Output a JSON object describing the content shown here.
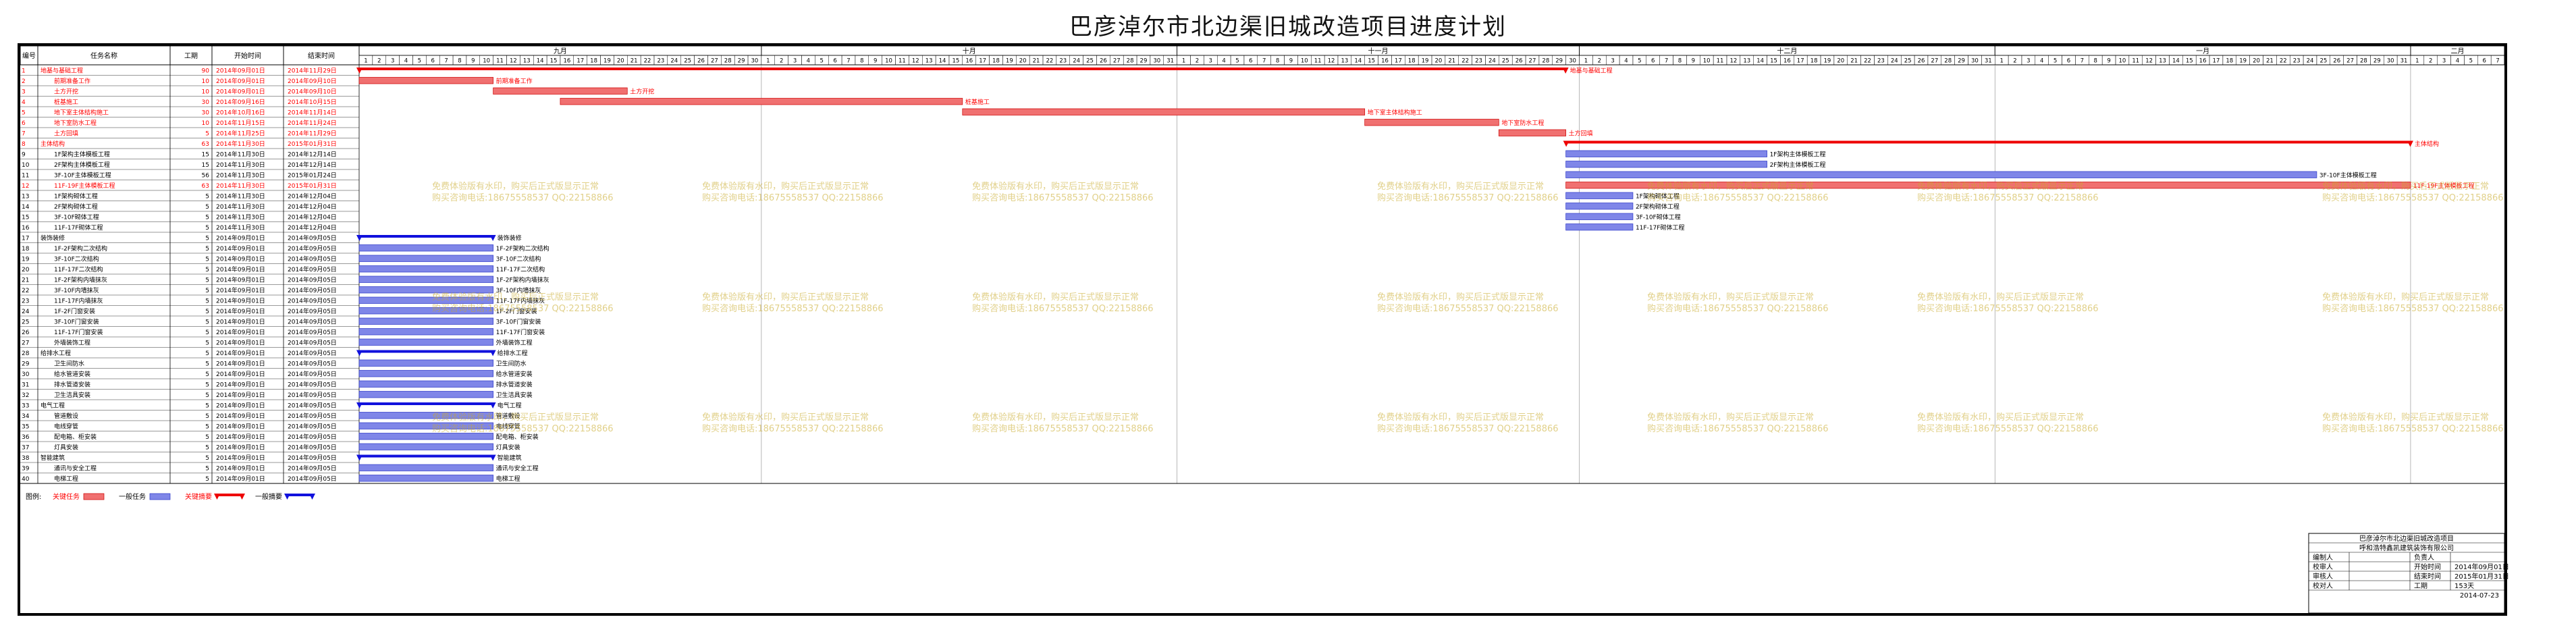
{
  "title": "巴彦淖尔市北边渠旧城改造项目进度计划",
  "headers": {
    "id": "编号",
    "name": "任务名称",
    "dur": "工期",
    "start": "开始时间",
    "end": "结束时间"
  },
  "timeline_start": "2014-09-01",
  "months": [
    {
      "label": "九月",
      "days": 30
    },
    {
      "label": "十月",
      "days": 31
    },
    {
      "label": "十一月",
      "days": 30
    },
    {
      "label": "十二月",
      "days": 31
    },
    {
      "label": "一月",
      "days": 31
    },
    {
      "label": "二月",
      "days": 7
    }
  ],
  "tasks": [
    {
      "id": "1",
      "name": "地基与基础工程",
      "dur": "90",
      "start": "2014年09月01日",
      "end": "2014年11月29日",
      "indent": 1,
      "critical": true,
      "summary": true,
      "s": "2014-09-01",
      "e": "2014-11-29"
    },
    {
      "id": "2",
      "name": "前期准备工作",
      "dur": "10",
      "start": "2014年09月01日",
      "end": "2014年09月10日",
      "indent": 2,
      "critical": true,
      "summary": false,
      "s": "2014-09-01",
      "e": "2014-09-10"
    },
    {
      "id": "3",
      "name": "土方开挖",
      "dur": "10",
      "start": "2014年09月01日",
      "end": "2014年09月10日",
      "indent": 2,
      "critical": true,
      "summary": false,
      "s": "2014-09-11",
      "e": "2014-09-20"
    },
    {
      "id": "4",
      "name": "桩基施工",
      "dur": "30",
      "start": "2014年09月16日",
      "end": "2014年10月15日",
      "indent": 2,
      "critical": true,
      "summary": false,
      "s": "2014-09-16",
      "e": "2014-10-15"
    },
    {
      "id": "5",
      "name": "地下室主体结构施工",
      "dur": "30",
      "start": "2014年10月16日",
      "end": "2014年11月14日",
      "indent": 2,
      "critical": true,
      "summary": false,
      "s": "2014-10-16",
      "e": "2014-11-14"
    },
    {
      "id": "6",
      "name": "地下室防水工程",
      "dur": "10",
      "start": "2014年11月15日",
      "end": "2014年11月24日",
      "indent": 2,
      "critical": true,
      "summary": false,
      "s": "2014-11-15",
      "e": "2014-11-24"
    },
    {
      "id": "7",
      "name": "土方回填",
      "dur": "5",
      "start": "2014年11月25日",
      "end": "2014年11月29日",
      "indent": 2,
      "critical": true,
      "summary": false,
      "s": "2014-11-25",
      "e": "2014-11-29"
    },
    {
      "id": "8",
      "name": "主体结构",
      "dur": "63",
      "start": "2014年11月30日",
      "end": "2015年01月31日",
      "indent": 1,
      "critical": true,
      "summary": true,
      "s": "2014-11-30",
      "e": "2015-01-31"
    },
    {
      "id": "9",
      "name": "1F架构主体模板工程",
      "dur": "15",
      "start": "2014年11月30日",
      "end": "2014年12月14日",
      "indent": 2,
      "critical": false,
      "summary": false,
      "s": "2014-11-30",
      "e": "2014-12-14"
    },
    {
      "id": "10",
      "name": "2F架构主体模板工程",
      "dur": "15",
      "start": "2014年11月30日",
      "end": "2014年12月14日",
      "indent": 2,
      "critical": false,
      "summary": false,
      "s": "2014-11-30",
      "e": "2014-12-14"
    },
    {
      "id": "11",
      "name": "3F-10F主体模板工程",
      "dur": "56",
      "start": "2014年11月30日",
      "end": "2015年01月24日",
      "indent": 2,
      "critical": false,
      "summary": false,
      "s": "2014-11-30",
      "e": "2015-01-24"
    },
    {
      "id": "12",
      "name": "11F-19F主体模板工程",
      "dur": "63",
      "start": "2014年11月30日",
      "end": "2015年01月31日",
      "indent": 2,
      "critical": true,
      "summary": false,
      "s": "2014-11-30",
      "e": "2015-01-31"
    },
    {
      "id": "13",
      "name": "1F架构砌体工程",
      "dur": "5",
      "start": "2014年11月30日",
      "end": "2014年12月04日",
      "indent": 2,
      "critical": false,
      "summary": false,
      "s": "2014-11-30",
      "e": "2014-12-04"
    },
    {
      "id": "14",
      "name": "2F架构砌体工程",
      "dur": "5",
      "start": "2014年11月30日",
      "end": "2014年12月04日",
      "indent": 2,
      "critical": false,
      "summary": false,
      "s": "2014-11-30",
      "e": "2014-12-04"
    },
    {
      "id": "15",
      "name": "3F-10F砌体工程",
      "dur": "5",
      "start": "2014年11月30日",
      "end": "2014年12月04日",
      "indent": 2,
      "critical": false,
      "summary": false,
      "s": "2014-11-30",
      "e": "2014-12-04"
    },
    {
      "id": "16",
      "name": "11F-17F砌体工程",
      "dur": "5",
      "start": "2014年11月30日",
      "end": "2014年12月04日",
      "indent": 2,
      "critical": false,
      "summary": false,
      "s": "2014-11-30",
      "e": "2014-12-04"
    },
    {
      "id": "17",
      "name": "装饰装修",
      "dur": "5",
      "start": "2014年09月01日",
      "end": "2014年09月05日",
      "indent": 1,
      "critical": false,
      "summary": true,
      "s": "2014-09-01",
      "e": "2014-09-10"
    },
    {
      "id": "18",
      "name": "1F-2F架构二次结构",
      "dur": "5",
      "start": "2014年09月01日",
      "end": "2014年09月05日",
      "indent": 2,
      "critical": false,
      "summary": false,
      "s": "2014-09-01",
      "e": "2014-09-10"
    },
    {
      "id": "19",
      "name": "3F-10F二次结构",
      "dur": "5",
      "start": "2014年09月01日",
      "end": "2014年09月05日",
      "indent": 2,
      "critical": false,
      "summary": false,
      "s": "2014-09-01",
      "e": "2014-09-10"
    },
    {
      "id": "20",
      "name": "11F-17F二次结构",
      "dur": "5",
      "start": "2014年09月01日",
      "end": "2014年09月05日",
      "indent": 2,
      "critical": false,
      "summary": false,
      "s": "2014-09-01",
      "e": "2014-09-10"
    },
    {
      "id": "21",
      "name": "1F-2F架构内墙抹灰",
      "dur": "5",
      "start": "2014年09月01日",
      "end": "2014年09月05日",
      "indent": 2,
      "critical": false,
      "summary": false,
      "s": "2014-09-01",
      "e": "2014-09-10"
    },
    {
      "id": "22",
      "name": "3F-10F内墙抹灰",
      "dur": "5",
      "start": "2014年09月01日",
      "end": "2014年09月05日",
      "indent": 2,
      "critical": false,
      "summary": false,
      "s": "2014-09-01",
      "e": "2014-09-10"
    },
    {
      "id": "23",
      "name": "11F-17F内墙抹灰",
      "dur": "5",
      "start": "2014年09月01日",
      "end": "2014年09月05日",
      "indent": 2,
      "critical": false,
      "summary": false,
      "s": "2014-09-01",
      "e": "2014-09-10"
    },
    {
      "id": "24",
      "name": "1F-2F门窗安装",
      "dur": "5",
      "start": "2014年09月01日",
      "end": "2014年09月05日",
      "indent": 2,
      "critical": false,
      "summary": false,
      "s": "2014-09-01",
      "e": "2014-09-10"
    },
    {
      "id": "25",
      "name": "3F-10F门窗安装",
      "dur": "5",
      "start": "2014年09月01日",
      "end": "2014年09月05日",
      "indent": 2,
      "critical": false,
      "summary": false,
      "s": "2014-09-01",
      "e": "2014-09-10"
    },
    {
      "id": "26",
      "name": "11F-17F门窗安装",
      "dur": "5",
      "start": "2014年09月01日",
      "end": "2014年09月05日",
      "indent": 2,
      "critical": false,
      "summary": false,
      "s": "2014-09-01",
      "e": "2014-09-10"
    },
    {
      "id": "27",
      "name": "外墙装饰工程",
      "dur": "5",
      "start": "2014年09月01日",
      "end": "2014年09月05日",
      "indent": 2,
      "critical": false,
      "summary": false,
      "s": "2014-09-01",
      "e": "2014-09-10"
    },
    {
      "id": "28",
      "name": "给排水工程",
      "dur": "5",
      "start": "2014年09月01日",
      "end": "2014年09月05日",
      "indent": 1,
      "critical": false,
      "summary": true,
      "s": "2014-09-01",
      "e": "2014-09-10"
    },
    {
      "id": "29",
      "name": "卫生间防水",
      "dur": "5",
      "start": "2014年09月01日",
      "end": "2014年09月05日",
      "indent": 2,
      "critical": false,
      "summary": false,
      "s": "2014-09-01",
      "e": "2014-09-10"
    },
    {
      "id": "30",
      "name": "给水管道安装",
      "dur": "5",
      "start": "2014年09月01日",
      "end": "2014年09月05日",
      "indent": 2,
      "critical": false,
      "summary": false,
      "s": "2014-09-01",
      "e": "2014-09-10"
    },
    {
      "id": "31",
      "name": "排水管道安装",
      "dur": "5",
      "start": "2014年09月01日",
      "end": "2014年09月05日",
      "indent": 2,
      "critical": false,
      "summary": false,
      "s": "2014-09-01",
      "e": "2014-09-10"
    },
    {
      "id": "32",
      "name": "卫生洁具安装",
      "dur": "5",
      "start": "2014年09月01日",
      "end": "2014年09月05日",
      "indent": 2,
      "critical": false,
      "summary": false,
      "s": "2014-09-01",
      "e": "2014-09-10"
    },
    {
      "id": "33",
      "name": "电气工程",
      "dur": "5",
      "start": "2014年09月01日",
      "end": "2014年09月05日",
      "indent": 1,
      "critical": false,
      "summary": true,
      "s": "2014-09-01",
      "e": "2014-09-10"
    },
    {
      "id": "34",
      "name": "管道敷设",
      "dur": "5",
      "start": "2014年09月01日",
      "end": "2014年09月05日",
      "indent": 2,
      "critical": false,
      "summary": false,
      "s": "2014-09-01",
      "e": "2014-09-10"
    },
    {
      "id": "35",
      "name": "电线穿管",
      "dur": "5",
      "start": "2014年09月01日",
      "end": "2014年09月05日",
      "indent": 2,
      "critical": false,
      "summary": false,
      "s": "2014-09-01",
      "e": "2014-09-10"
    },
    {
      "id": "36",
      "name": "配电箱、柜安装",
      "dur": "5",
      "start": "2014年09月01日",
      "end": "2014年09月05日",
      "indent": 2,
      "critical": false,
      "summary": false,
      "s": "2014-09-01",
      "e": "2014-09-10"
    },
    {
      "id": "37",
      "name": "灯具安装",
      "dur": "5",
      "start": "2014年09月01日",
      "end": "2014年09月05日",
      "indent": 2,
      "critical": false,
      "summary": false,
      "s": "2014-09-01",
      "e": "2014-09-10"
    },
    {
      "id": "38",
      "name": "智能建筑",
      "dur": "5",
      "start": "2014年09月01日",
      "end": "2014年09月05日",
      "indent": 1,
      "critical": false,
      "summary": true,
      "s": "2014-09-01",
      "e": "2014-09-10"
    },
    {
      "id": "39",
      "name": "通讯与安全工程",
      "dur": "5",
      "start": "2014年09月01日",
      "end": "2014年09月05日",
      "indent": 2,
      "critical": false,
      "summary": false,
      "s": "2014-09-01",
      "e": "2014-09-10"
    },
    {
      "id": "40",
      "name": "电梯工程",
      "dur": "5",
      "start": "2014年09月01日",
      "end": "2014年09月05日",
      "indent": 2,
      "critical": false,
      "summary": false,
      "s": "2014-09-01",
      "e": "2014-09-10"
    }
  ],
  "legend": {
    "label": "图例:",
    "items": [
      {
        "text": "关键任务",
        "kind": "crit-bar"
      },
      {
        "text": "一般任务",
        "kind": "norm-bar"
      },
      {
        "text": "关键摘要",
        "kind": "crit-sum"
      },
      {
        "text": "一般摘要",
        "kind": "norm-sum"
      }
    ]
  },
  "titleblock": {
    "project": "巴彦淖尔市北边渠旧城改造项目",
    "company": "呼和浩特鑫凯建筑装饰有限公司",
    "rows": [
      {
        "a": "编制人",
        "b": "",
        "c": "负责人",
        "d": ""
      },
      {
        "a": "校审人",
        "b": "",
        "c": "开始时间",
        "d": "2014年09月01日"
      },
      {
        "a": "审核人",
        "b": "",
        "c": "结束时间",
        "d": "2015年01月31日"
      },
      {
        "a": "校对人",
        "b": "",
        "c": "工期",
        "d": "153天"
      }
    ],
    "date": "2014-07-23"
  },
  "watermark": {
    "line1": "免费体验版有水印，购买后正式版显示正常",
    "line2": "购买咨询电话:18675558537 QQ:22158866"
  },
  "colors": {
    "critical_text": "#ff0000",
    "critical_bar": "#f07070",
    "critical_summary": "#ee0000",
    "normal_bar": "#7f86e8",
    "normal_summary": "#1111dd",
    "watermark": "#c8aa28"
  }
}
